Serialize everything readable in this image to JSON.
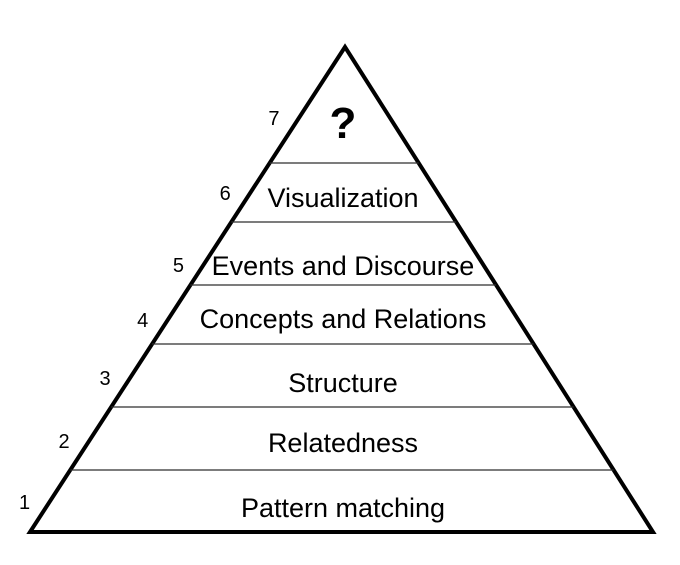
{
  "diagram": {
    "type": "pyramid",
    "background": "#ffffff",
    "outline_color": "#000000",
    "divider_color": "#2f2f2f",
    "text_color": "#000000",
    "levels": [
      {
        "number": "7",
        "label": "?"
      },
      {
        "number": "6",
        "label": "Visualization"
      },
      {
        "number": "5",
        "label": "Events and Discourse"
      },
      {
        "number": "4",
        "label": "Concepts and Relations"
      },
      {
        "number": "3",
        "label": "Structure"
      },
      {
        "number": "2",
        "label": "Relatedness"
      },
      {
        "number": "1",
        "label": "Pattern matching"
      }
    ]
  }
}
